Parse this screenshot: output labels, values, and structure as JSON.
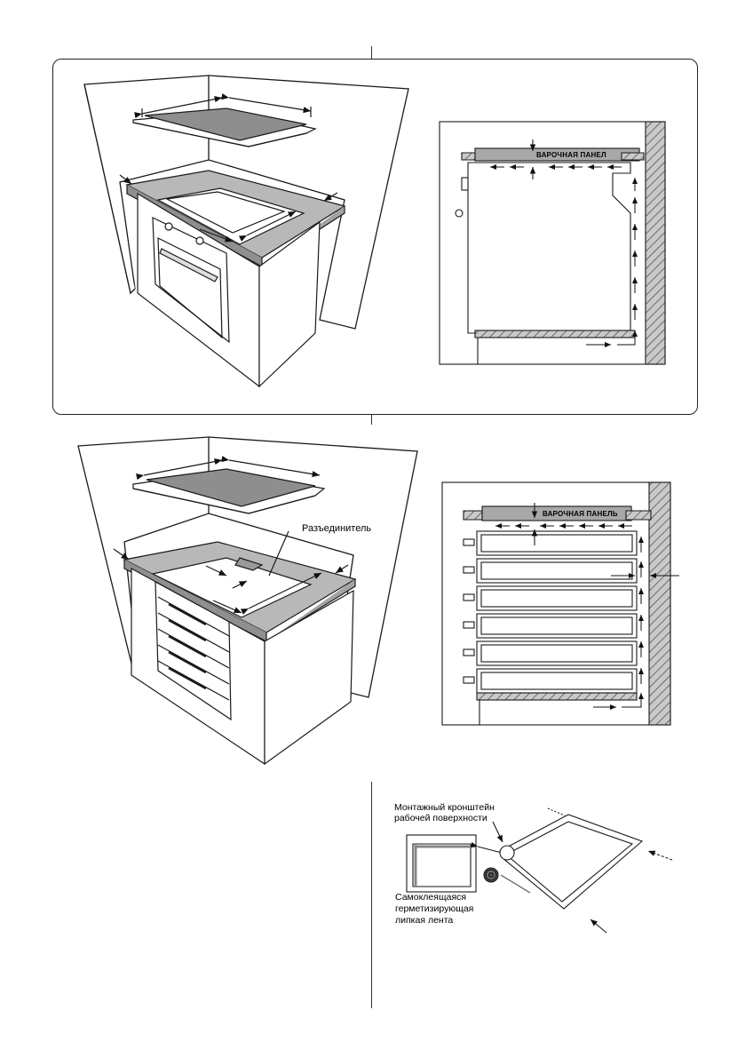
{
  "figure1": {
    "hob_panel_label": "ВАРОЧНАЯ ПАНЕЛ"
  },
  "figure2": {
    "separator_label": "Разъединитель",
    "hob_panel_label": "ВАРОЧНАЯ ПАНЕЛЬ"
  },
  "figure3": {
    "bracket_label_line1": "Монтажный кронштейн",
    "bracket_label_line2": "рабочей поверхности",
    "tape_label_line1": "Самоклеящаяся",
    "tape_label_line2": "герметизирующая",
    "tape_label_line3": "липкая лента"
  },
  "colors": {
    "line": "#1a1a1a",
    "countertop": "#b8b8b8",
    "hob_top": "#8c8c8c",
    "wall_hatch": "#9a9a9a",
    "panel_fill": "#a8a8a8"
  }
}
